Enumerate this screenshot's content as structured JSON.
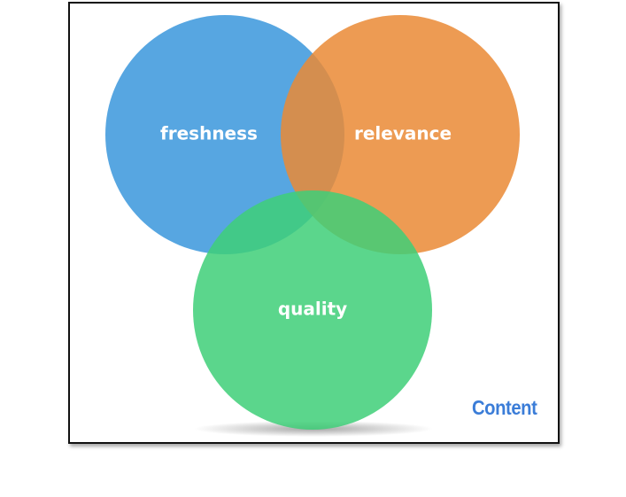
{
  "diagram": {
    "circles": [
      {
        "id": "freshness",
        "label": "freshness",
        "color": "#3a96dc"
      },
      {
        "id": "relevance",
        "label": "relevance",
        "color": "#ea8a35"
      },
      {
        "id": "quality",
        "label": "quality",
        "color": "#3ecf78"
      }
    ],
    "corner_label": "Content",
    "corner_label_color": "#3b7dd8"
  }
}
